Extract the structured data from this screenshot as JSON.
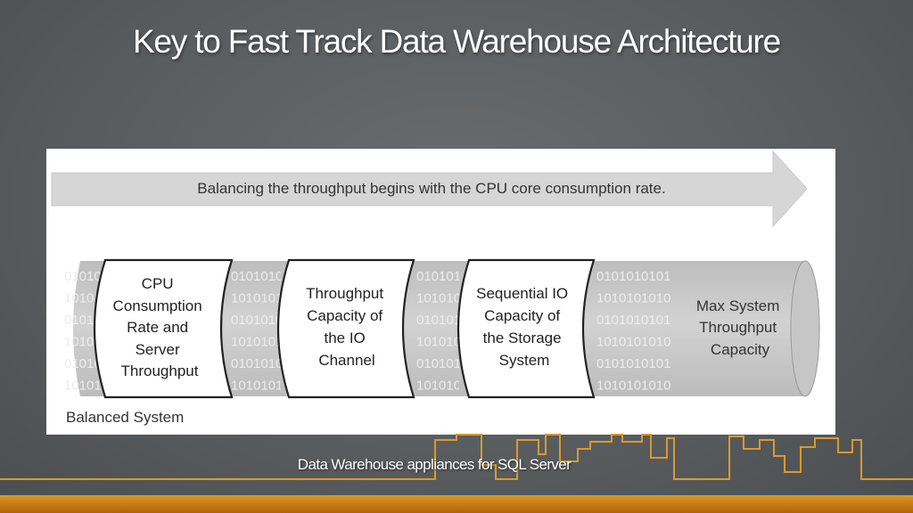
{
  "slide": {
    "title": "Key to Fast Track Data Warehouse  Architecture",
    "footer": "Data Warehouse appliances for SQL Server"
  },
  "diagram": {
    "arrow_text": "Balancing the throughput begins with the CPU core consumption rate.",
    "stages": [
      {
        "lines": [
          "CPU",
          "Consumption",
          "Rate and",
          "Server",
          "Throughput"
        ]
      },
      {
        "lines": [
          "Throughput",
          "Capacity of",
          "the IO",
          "Channel"
        ]
      },
      {
        "lines": [
          "Sequential IO",
          "Capacity of",
          "the Storage",
          "System"
        ]
      }
    ],
    "end_label": [
      "Max System",
      "Throughput",
      "Capacity"
    ],
    "caption": "Balanced System",
    "binary_rows": [
      "0101010101",
      "1010101010",
      "0101010101",
      "1010101010",
      "0101010101",
      "1010101010"
    ]
  },
  "colors": {
    "background": "#5a5d5f",
    "accent": "#e0a030",
    "arrow_fill": "#d6d6d6",
    "pipe_fill": "#cdcdcd",
    "binary_text": "#ececec"
  }
}
